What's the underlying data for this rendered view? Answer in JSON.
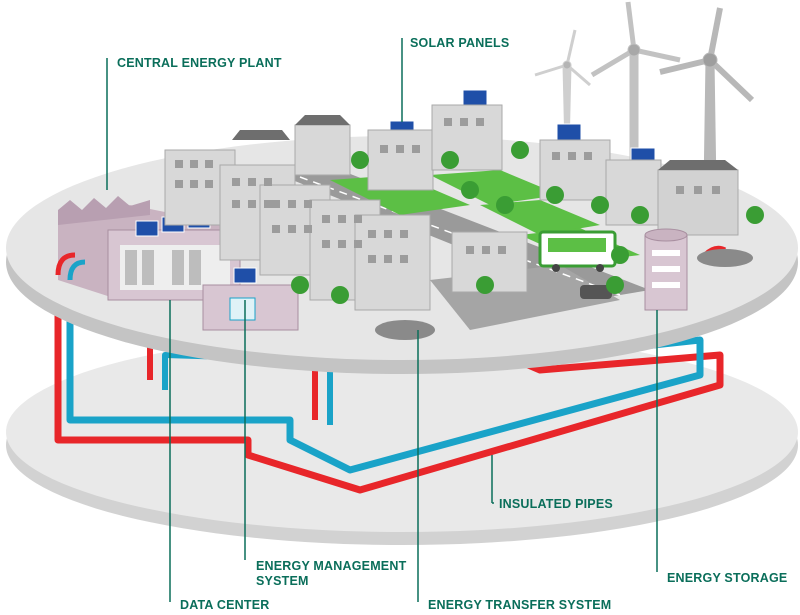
{
  "labels": {
    "central_plant": "CENTRAL ENERGY PLANT",
    "solar_panels": "SOLAR PANELS",
    "insulated_pipes": "INSULATED PIPES",
    "energy_management_line1": "ENERGY MANAGEMENT",
    "energy_management_line2": "SYSTEM",
    "energy_storage": "ENERGY STORAGE",
    "data_center": "DATA CENTER",
    "energy_transfer": "ENERGY TRANSFER SYSTEM"
  },
  "colors": {
    "label_text": "#0a6e5a",
    "hot_pipe": "#e8262a",
    "cold_pipe": "#1aa3c8",
    "platform_top": "#e6e6e6",
    "platform_edge": "#bdbdbd",
    "grass": "#5cbf45",
    "tree": "#3a9d34",
    "solar_panel": "#1f4fa8",
    "building": "#d8d8d8",
    "plant": "#c9b3c1"
  }
}
